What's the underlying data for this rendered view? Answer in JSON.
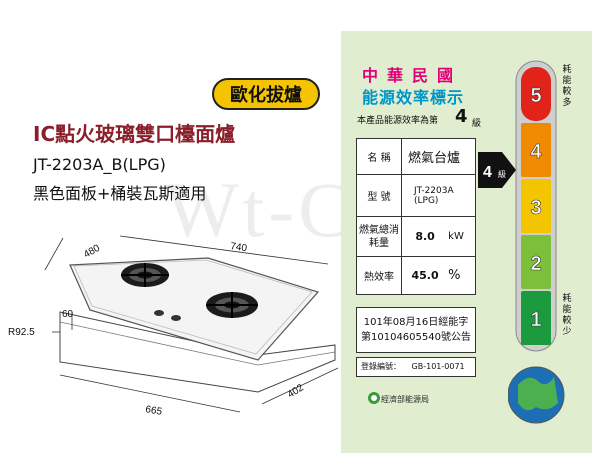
{
  "product": {
    "badge": "歐化拔爐",
    "title": "IC點火玻璃雙口檯面爐",
    "model": "JT-2203A_B(LPG)",
    "description": "黑色面板+桶裝瓦斯適用",
    "watermark": "Wt-Chaw"
  },
  "dimensions": {
    "depth_top": "480",
    "width_top": "740",
    "cut_height": "60",
    "corner_radius": "R92.5",
    "cut_width": "665",
    "cut_depth": "402"
  },
  "energy_label": {
    "header_line1": "中華民國",
    "header_line2": "能源效率標示",
    "grade_text": "本產品能源效率為第",
    "grade_number": "4",
    "grade_unit": "級",
    "rows": [
      {
        "label": "名 稱",
        "value": "燃氣台爐",
        "unit": ""
      },
      {
        "label": "型 號",
        "value": "JT-2203A (LPG)",
        "unit": ""
      },
      {
        "label": "燃氣總消耗量",
        "value": "8.0",
        "unit": "kW"
      },
      {
        "label": "熱效率",
        "value": "45.0",
        "unit": "%"
      }
    ],
    "arrow_grade": "4",
    "arrow_unit": "級",
    "certificate_line1": "101年08月16日經能字",
    "certificate_line2": "第10104605540號公告",
    "registration_label": "登錄編號：",
    "registration_number": "GB-101-0071",
    "agency": "經濟部能源局",
    "scale_levels": [
      "5",
      "4",
      "3",
      "2",
      "1"
    ],
    "scale_colors": [
      "#e2231a",
      "#f08a00",
      "#f2c500",
      "#7cbf3a",
      "#1c9a3e"
    ],
    "side_top": "耗能較多",
    "side_bottom": "耗能較少"
  }
}
